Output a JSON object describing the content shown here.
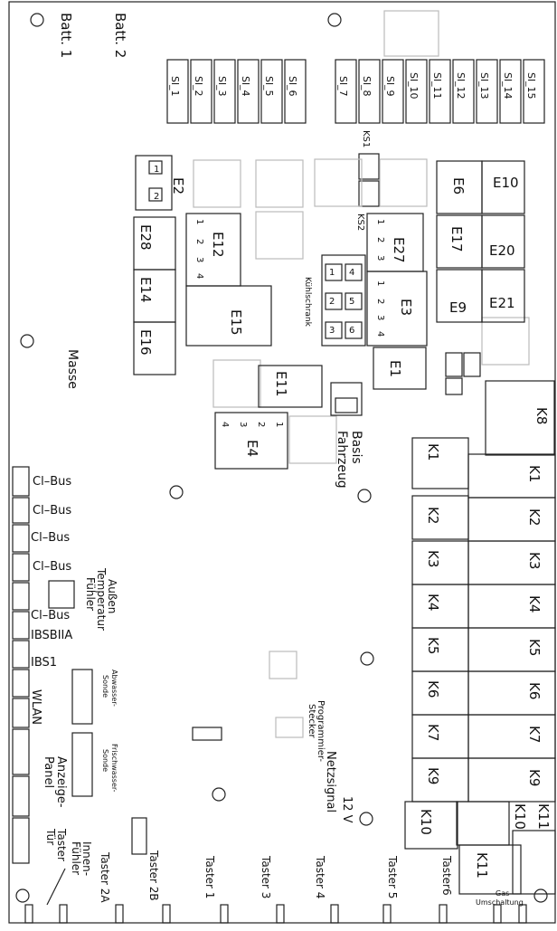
{
  "batt": {
    "b1": "Batt. 1",
    "b2": "Batt. 2"
  },
  "fuses": [
    "Sl_1",
    "Sl_2",
    "Sl_3",
    "Sl_4",
    "Sl_5",
    "Sl_6",
    "Sl_7",
    "Sl_8",
    "Sl_9",
    "Sl_10",
    "Sl_11",
    "Sl_12",
    "Sl_13",
    "Sl_14",
    "Sl_15"
  ],
  "ks1": "KS1",
  "ks2": "KS2",
  "e": {
    "e2": "E2",
    "e28": "E28",
    "e14": "E14",
    "e16": "E16",
    "e12": "E12",
    "e15": "E15",
    "e27": "E27",
    "e3": "E3",
    "e1": "E1",
    "e11": "E11",
    "e4": "E4",
    "e6": "E6",
    "e10": "E10",
    "e17": "E17",
    "e20": "E20",
    "e9": "E9",
    "e21": "E21"
  },
  "kuehl": "Kühlschrank",
  "masse": "Masse",
  "basis": {
    "l1": "Basis",
    "l2": "Fahrzeug"
  },
  "k8": "K8",
  "k_left": [
    "K1",
    "K2",
    "K3",
    "K4",
    "K5",
    "K6",
    "K7",
    "K9",
    "K10"
  ],
  "k_right": [
    "K1",
    "K2",
    "K3",
    "K4",
    "K5",
    "K6",
    "K7",
    "K9",
    "K10"
  ],
  "k11": "K11",
  "pins": {
    "a": "1",
    "b": "2",
    "c": "3",
    "d": "4",
    "e": "5",
    "f": "6"
  },
  "ports": [
    "Cl–Bus",
    "Cl–Bus",
    "Cl–Bus",
    "Cl–Bus",
    "Cl–Bus",
    "IBSBIIA",
    "IBS1",
    "WLAN"
  ],
  "aussen": {
    "l1": "Außen",
    "l2": "Temperatur",
    "l3": "Fühler"
  },
  "anzeige": {
    "l1": "Anzeige-",
    "l2": "Panel"
  },
  "abwasser": {
    "l1": "Abwasser-",
    "l2": "Sonde"
  },
  "frisch": {
    "l1": "Frischwasser-",
    "l2": "Sonde"
  },
  "prog": {
    "l1": "Programmier-",
    "l2": "Stecker"
  },
  "netz": {
    "l1": "Netzsignal",
    "l2": "12 V"
  },
  "innen": {
    "l1": "Innen-",
    "l2": "Fühler"
  },
  "tastertuer": {
    "l1": "Taster",
    "l2": "Tür"
  },
  "taster": [
    "Taster 2A",
    "Taster 2B",
    "Taster 1",
    "Taster 3",
    "Taster 4",
    "Taster 5",
    "Taster6"
  ],
  "gas": {
    "l1": "Gas-",
    "l2": "Umschaltung"
  }
}
